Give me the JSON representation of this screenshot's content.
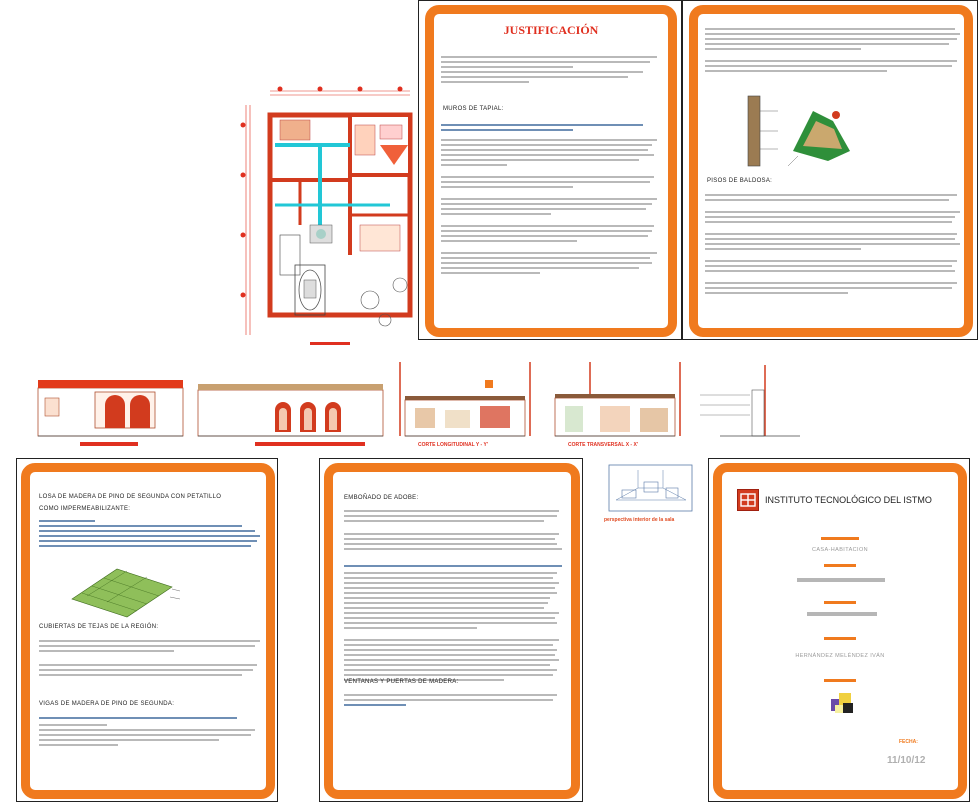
{
  "sheet1": {
    "title": "JUSTIFICACIÓN",
    "heading_muros": "MUROS DE TAPIAL:"
  },
  "sheet2": {
    "heading_pisos": "PISOS DE BALDOSA:"
  },
  "sections": {
    "longitudinal": "CORTE LONGITUDINAL Y - Y'",
    "transversal": "CORTE TRANSVERSAL X - X'"
  },
  "sheet3": {
    "heading_losa_1": "LOSA DE MADERA DE PINO DE SEGUNDA CON PETATILLO",
    "heading_losa_2": "COMO IMPERMEABILIZANTE:",
    "heading_cubiertas": "CUBIERTAS DE TEJAS DE LA REGIÓN:",
    "heading_vigas": "VIGAS DE MADERA DE PINO DE SEGUNDA:"
  },
  "sheet4": {
    "heading_adobe": "EMBOÑADO DE ADOBE:",
    "heading_ventanas": "VENTANAS  Y PUERTAS DE MADERA:"
  },
  "perspective": {
    "caption": "perspectiva interior de la sala"
  },
  "cover": {
    "institute": "INSTITUTO TECNOLÓGICO DEL ISTMO",
    "project": "CASA-HABITACION",
    "author": "HERNÁNDEZ MELÉNDEZ IVÁN",
    "date_label": "FECHA:",
    "date_value": "11/10/12"
  },
  "colors": {
    "accent": "#f07a1e",
    "wall_red": "#d23b1e",
    "cyan": "#22c7d6",
    "text_link": "#2050a8"
  }
}
